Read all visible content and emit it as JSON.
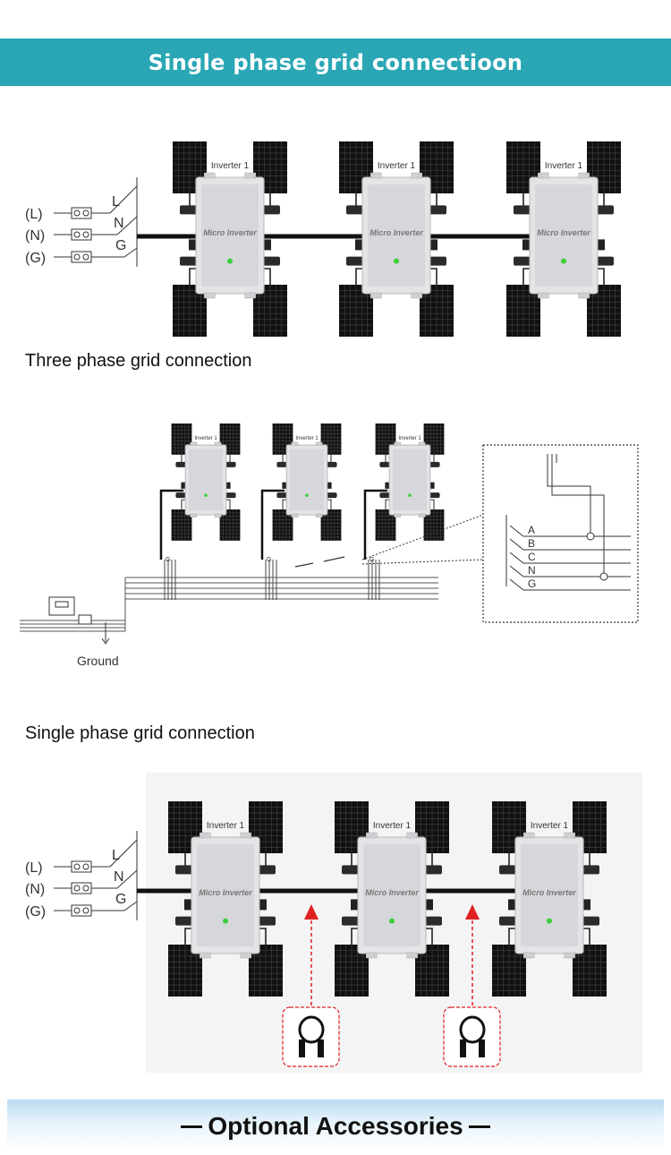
{
  "header": {
    "title": "Single phase grid connectioon"
  },
  "diagram1": {
    "terminals": [
      "(L)",
      "(N)",
      "(G)"
    ],
    "wire_labels": [
      "L",
      "N",
      "G"
    ],
    "inverter_label": "Inverter 1",
    "inverter_model": "Micro Inverter"
  },
  "section2": {
    "title": "Three phase grid connection",
    "inverter_label": "Inverter 1",
    "bus_labels": [
      "A",
      "B",
      "C",
      "N",
      "G"
    ],
    "ground_label": "Ground"
  },
  "section3": {
    "title": "Single phase grid connection",
    "terminals": [
      "(L)",
      "(N)",
      "(G)"
    ],
    "wire_labels": [
      "L",
      "N",
      "G"
    ],
    "inverter_label": "Inverter 1",
    "inverter_model": "Micro Inverter"
  },
  "footer": {
    "title": "Optional Accessories"
  },
  "colors": {
    "banner": "#2aa6b5",
    "arrow": "#e02020",
    "panel": "#111111"
  }
}
